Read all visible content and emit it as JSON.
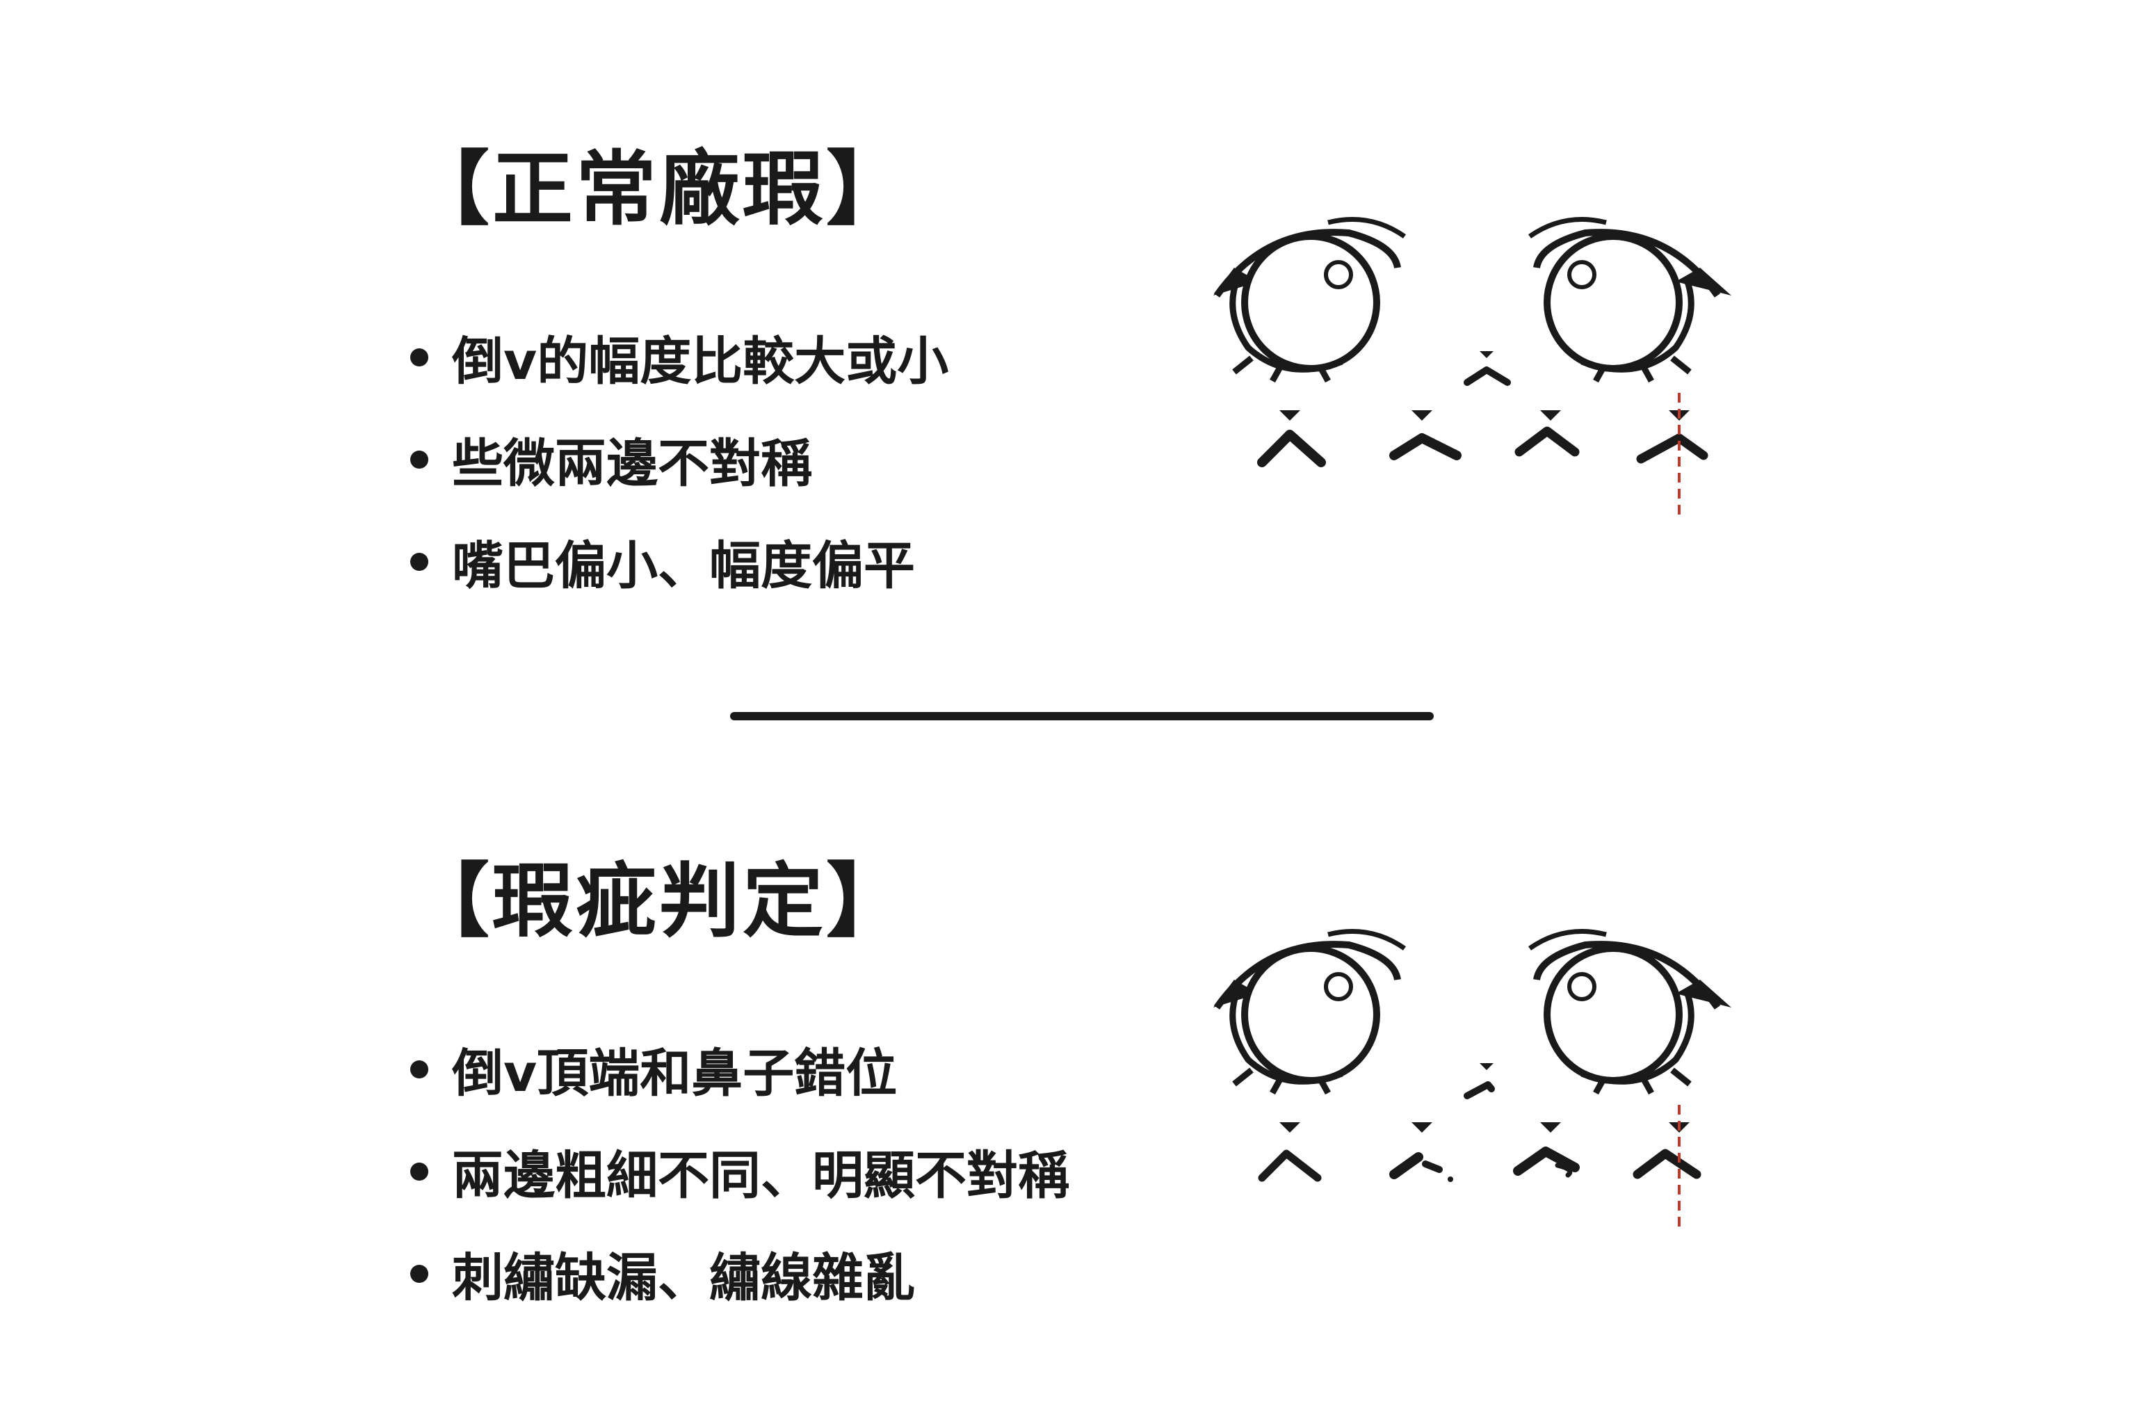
{
  "sections": {
    "normal": {
      "heading": "【正常廠瑕】",
      "bullets": [
        "倒v的幅度比較大或小",
        "些微兩邊不對稱",
        "嘴巴偏小、幅度偏平"
      ]
    },
    "defect": {
      "heading": "【瑕疵判定】",
      "bullets": [
        "倒v頂端和鼻子錯位",
        "兩邊粗細不同、明顯不對稱",
        "刺繡缺漏、繡線雜亂"
      ]
    }
  },
  "colors": {
    "ink": "#1a1a1a",
    "guide_line": "#c0392b",
    "background": "#ffffff"
  }
}
